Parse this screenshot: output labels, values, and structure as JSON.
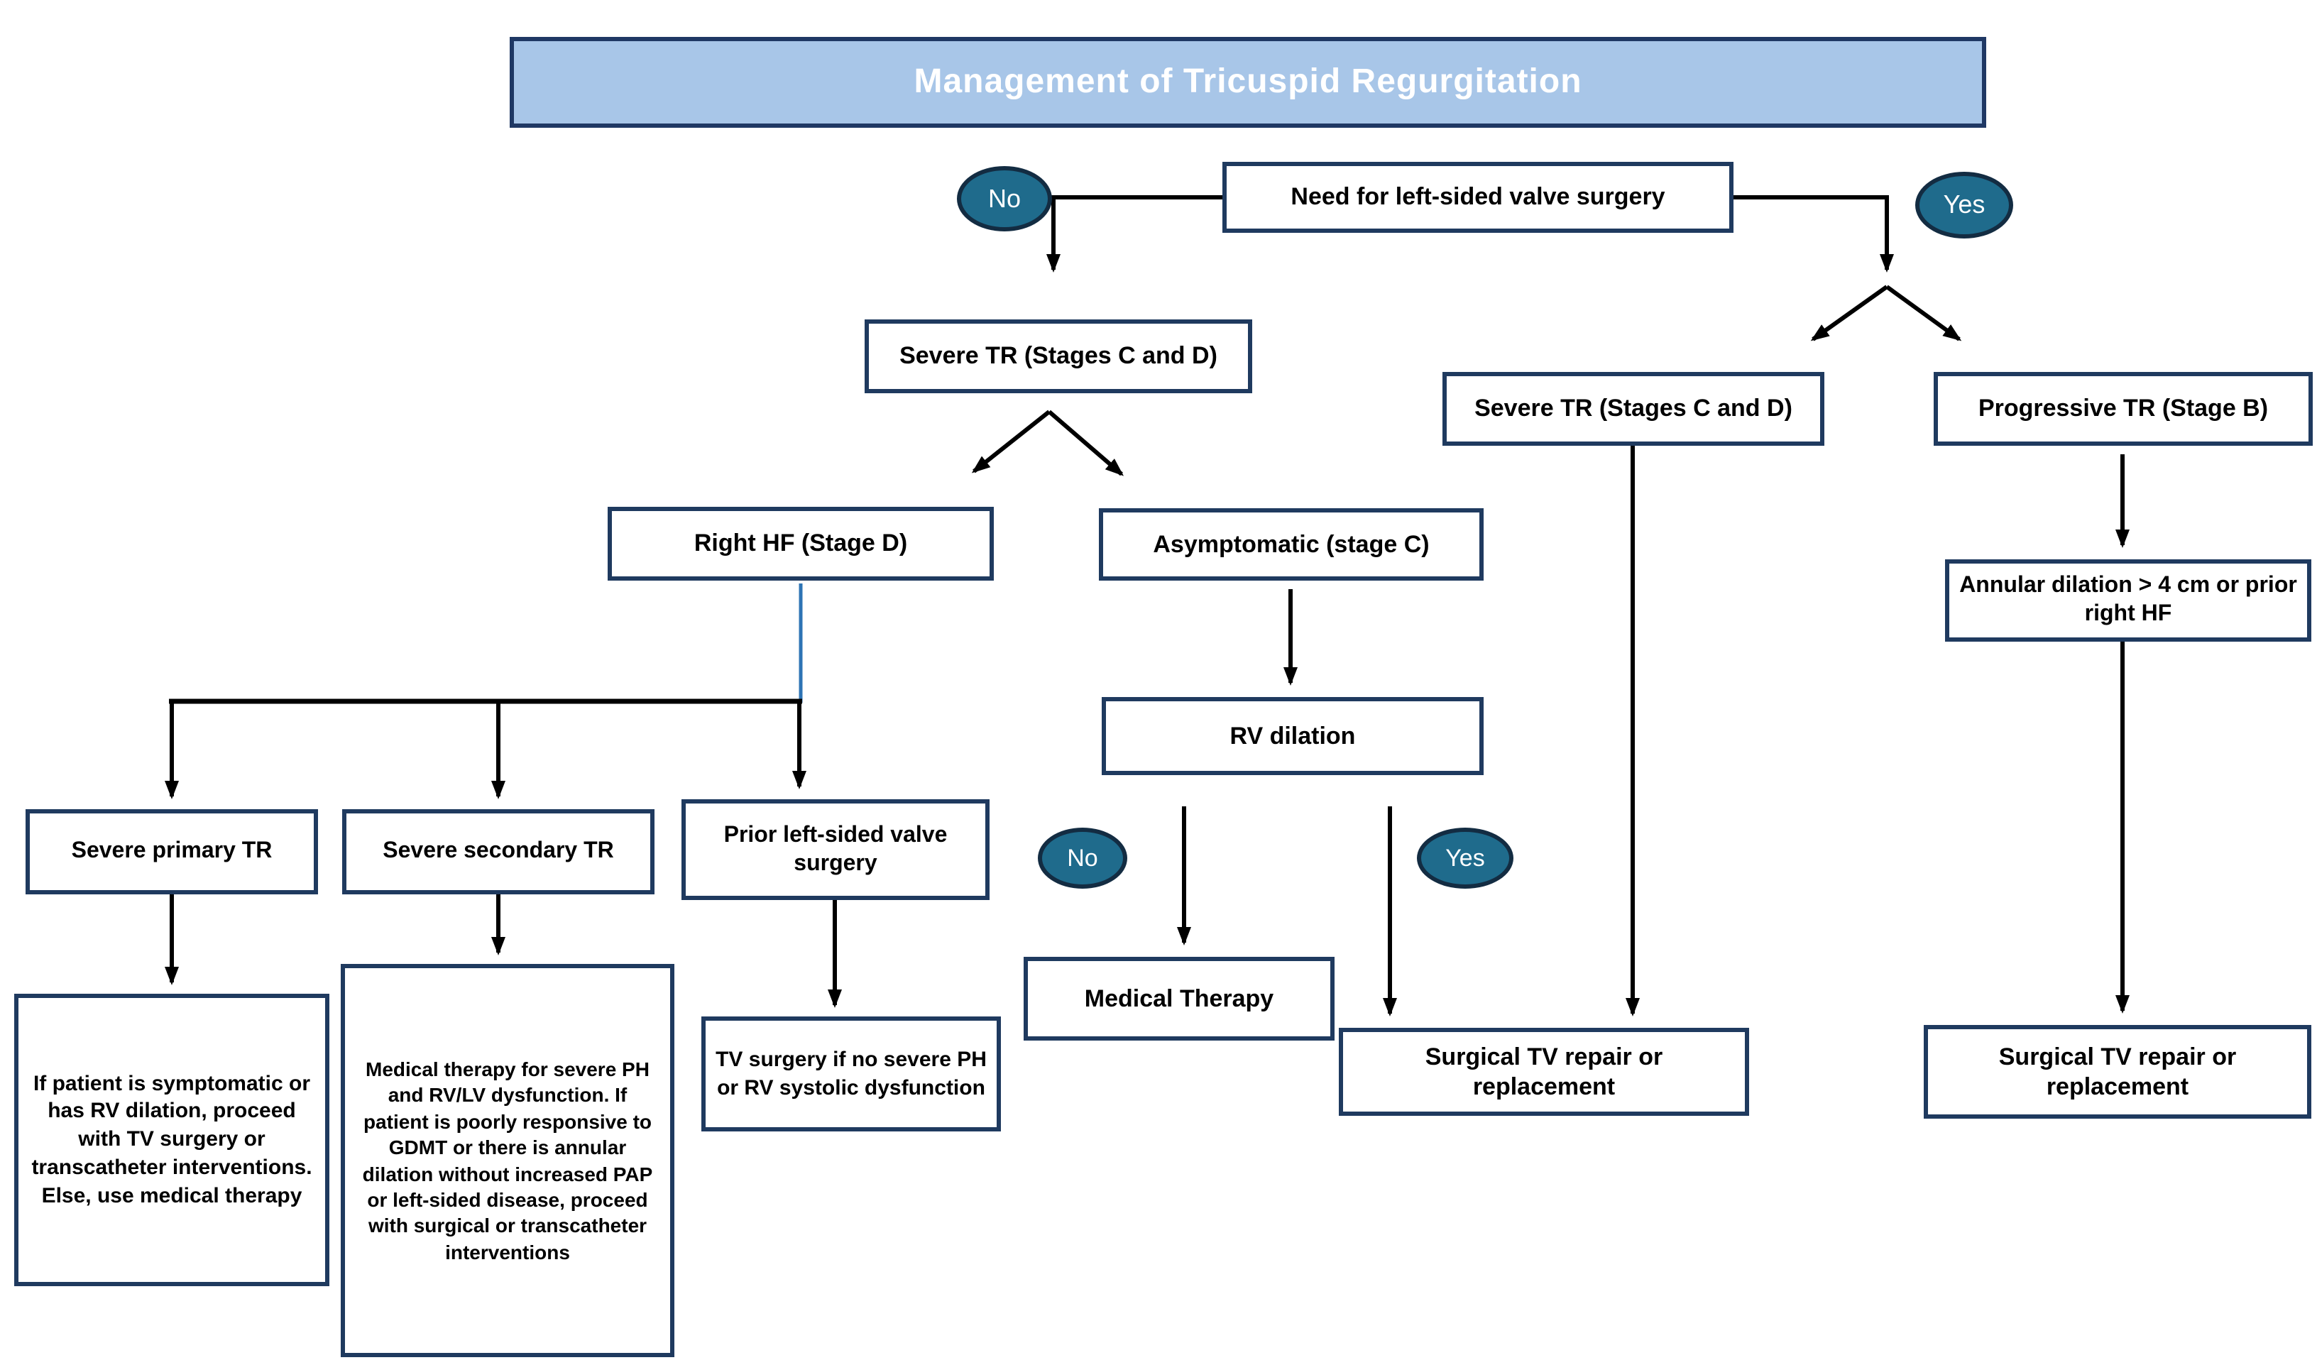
{
  "diagram": {
    "title": "Management of Tricuspid Regurgitation",
    "nodes": {
      "need_surgery": "Need for left-sided valve surgery",
      "severe_tr_left": "Severe TR (Stages C and D)",
      "right_hf": "Right HF (Stage D)",
      "asymptomatic": "Asymptomatic (stage C)",
      "rv_dilation": "RV dilation",
      "medical_therapy": "Medical Therapy",
      "severe_primary": "Severe primary TR",
      "severe_secondary": "Severe secondary TR",
      "prior_left_sided": "Prior left-sided valve surgery",
      "primary_outcome": "If patient is symptomatic or has RV dilation, proceed with TV surgery or transcatheter interventions. Else, use medical therapy",
      "secondary_outcome": "Medical therapy for severe PH and RV/LV dysfunction. If patient is poorly responsive to GDMT or there is annular dilation without increased PAP or left-sided disease, proceed with surgical or transcatheter interventions",
      "tv_surgery": "TV surgery if no severe PH or RV systolic dysfunction",
      "severe_tr_right": "Severe TR (Stages C and D)",
      "progressive_tr": "Progressive TR (Stage B)",
      "annular_dilation": "Annular dilation > 4 cm or prior right HF",
      "surgical_mid": "Surgical TV repair or replacement",
      "surgical_right": "Surgical TV repair or replacement"
    },
    "badges": {
      "no_top": "No",
      "yes_top": "Yes",
      "no_rv": "No",
      "yes_rv": "Yes"
    },
    "colors": {
      "title_fill": "#a8c6e8",
      "title_text": "#ffffff",
      "box_border": "#1f3a5f",
      "box_fill": "#ffffff",
      "badge_fill": "#1f6b8c",
      "badge_border": "#132c42",
      "arrow": "#000000",
      "blue_connector": "#2e74b5"
    }
  }
}
